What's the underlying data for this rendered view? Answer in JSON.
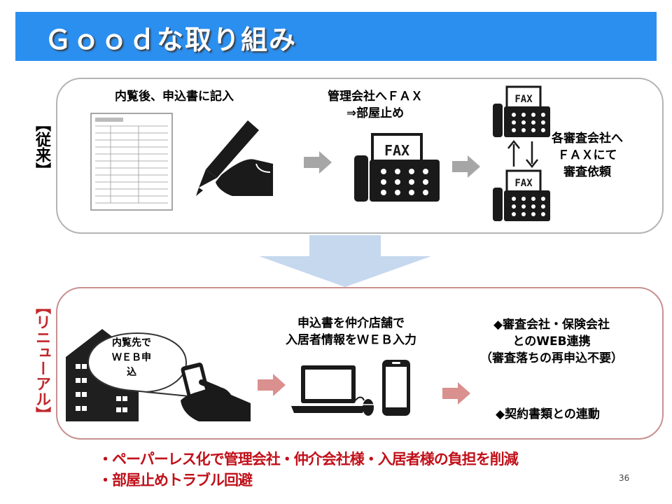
{
  "title": "Ｇｏｏｄな取り組み",
  "section_before": {
    "label": "【従来】",
    "step1": "内覧後、申込書に記入",
    "step2_line1": "管理会社へＦＡＸ",
    "step2_line2": "⇒部屋止め",
    "step3_line1": "各審査会社へ",
    "step3_line2": "ＦＡＸにて",
    "step3_line3": "審査依頼",
    "fax_label": "FAX"
  },
  "section_after": {
    "label": "【リニューアル】",
    "bubble_line1": "内覧先で",
    "bubble_line2": "ＷＥＢ申",
    "bubble_line3": "込",
    "step2_line1": "申込書を仲介店舗で",
    "step2_line2": "入居者情報をＷＥＢ入力",
    "step3_line1": "◆審査会社・保険会社",
    "step3_line2": "とのWEB連携",
    "step3_line3": "（審査落ちの再申込不要）",
    "step4": "◆契約書類との連動"
  },
  "footer": {
    "line1": "・ペーパーレス化で管理会社・仲介会社様・入居者様の負担を削減",
    "line2": "・部屋止めトラブル回避"
  },
  "page_number": "36",
  "colors": {
    "title_bar": "#2b8ff0",
    "renewal_accent": "#c0282d",
    "gray_arrow": "#a6a6a6",
    "pink_arrow": "#d9908e",
    "down_arrow": "#c5d8ee"
  }
}
